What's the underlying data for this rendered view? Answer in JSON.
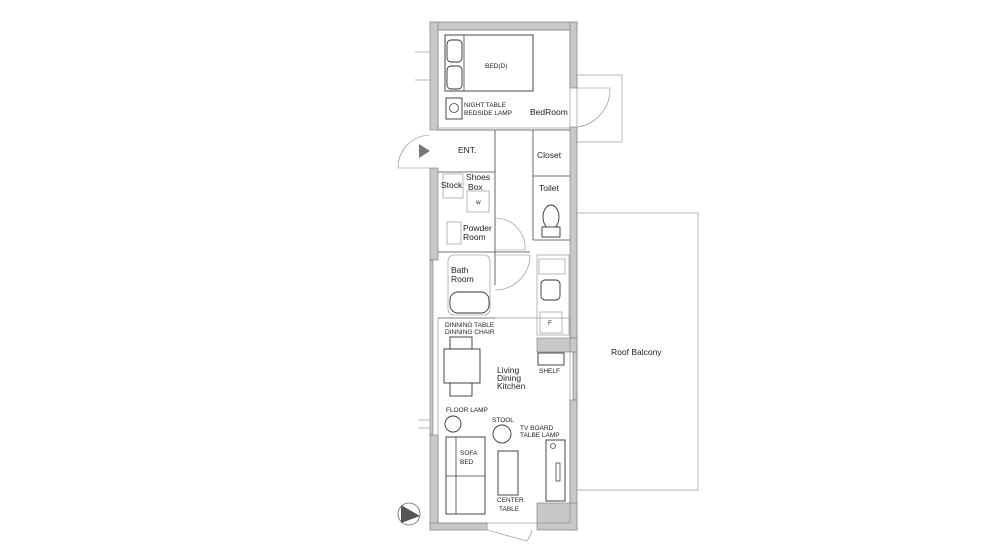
{
  "plan": {
    "rooms": {
      "bedroom": "BedRoom",
      "entrance": "ENT.",
      "closet": "Closet",
      "toilet": "Toilet",
      "stock": "Stock",
      "shoes_box": [
        "Shoes",
        "Box"
      ],
      "powder_room": [
        "Powder",
        "Room"
      ],
      "bath_room": [
        "Bath",
        "Room"
      ],
      "ldk": [
        "Living",
        "Dining",
        "Kitchen"
      ],
      "roof_balcony": "Roof Balcony"
    },
    "furniture": {
      "bed": "BED(D)",
      "night_table": [
        "NIGHT TABLE",
        "BEDSIDE LAMP"
      ],
      "washer": "w",
      "fridge": "F",
      "dining": [
        "DINNING TABLE",
        "DINNING  CHAIR"
      ],
      "shelf": "SHELF",
      "floor_lamp": "FLOOR LAMP",
      "stool": "STOOL",
      "tv_board": [
        "TV BOARD",
        "TALBE LAMP"
      ],
      "sofa_bed": [
        "SOFA",
        "BED"
      ],
      "center_table": [
        "CENTER",
        "TABLE"
      ]
    },
    "colors": {
      "wall": "#c8c8c8",
      "line": "#444444"
    }
  }
}
